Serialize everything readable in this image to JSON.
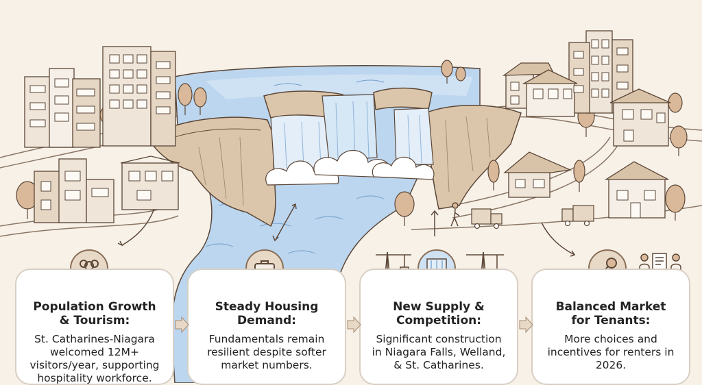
{
  "colors": {
    "background": "#f7f1e8",
    "water": "#bcd6ef",
    "cliff": "#dcc6ab",
    "outline": "#5b4636",
    "card_border": "#d8cfc4",
    "icon_fill": "#e8d9c7"
  },
  "cards": [
    {
      "icon": "people-group-icon",
      "title": [
        "Population Growth",
        "& Tourism:"
      ],
      "body": [
        "St. Catharines-Niagara",
        "welcomed 12M+",
        "visitors/year, supporting",
        "hospitality workforce."
      ]
    },
    {
      "icon": "briefcase-icon",
      "title": [
        "Steady Housing",
        "Demand:"
      ],
      "body": [
        "Fundamentals remain",
        "resilient despite softer",
        "market numbers."
      ]
    },
    {
      "icon": "cranes-waterfall-icon",
      "title": [
        "New Supply &",
        "Competition:"
      ],
      "body": [
        "Significant construction",
        "in Niagara Falls, Welland,",
        "& St. Catharines."
      ]
    },
    {
      "icon": "key-and-agreement-icon",
      "title": [
        "Balanced Market",
        "for Tenants:"
      ],
      "body": [
        "More choices and",
        "incentives for renters in",
        "2026."
      ]
    }
  ]
}
